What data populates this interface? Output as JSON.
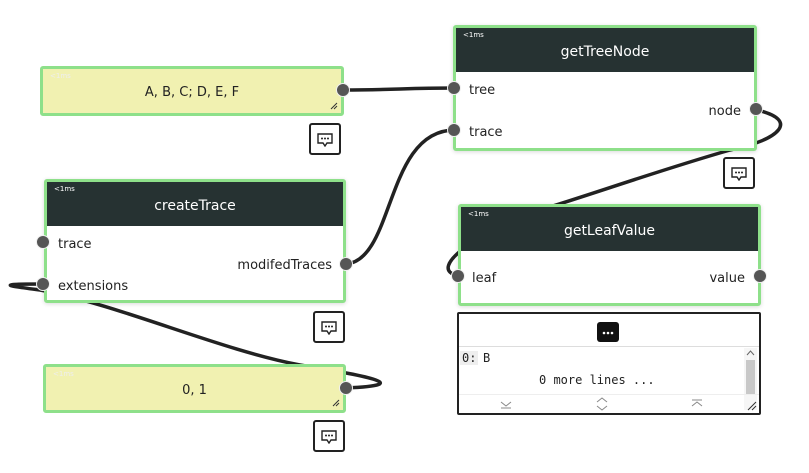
{
  "timing": "<1ms",
  "nodes": {
    "get_tree_node": {
      "title": "getTreeNode",
      "inputs": [
        "tree",
        "trace"
      ],
      "output": "node"
    },
    "create_trace": {
      "title": "createTrace",
      "inputs": [
        "trace",
        "extensions"
      ],
      "output": "modifedTraces"
    },
    "get_leaf_value": {
      "title": "getLeafValue",
      "input": "leaf",
      "output": "value"
    }
  },
  "inputs": {
    "tree_text": "A, B, C; D, E, F",
    "extensions_text": "0, 1"
  },
  "viewer": {
    "line_index": "0:",
    "line_value": "B",
    "more_lines": "0 more lines ..."
  },
  "colors": {
    "node_border": "#8ee08a",
    "header_bg": "#263232",
    "input_bg": "#f1f1b1",
    "port": "#555555"
  }
}
